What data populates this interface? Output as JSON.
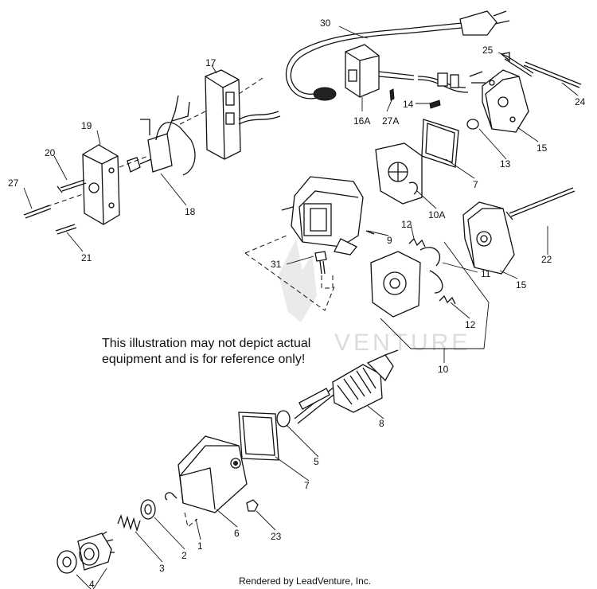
{
  "callouts": [
    "30",
    "17",
    "25",
    "24",
    "19",
    "14",
    "16A",
    "27A",
    "20",
    "13",
    "15",
    "27",
    "7",
    "18",
    "10A",
    "9",
    "22",
    "12",
    "11",
    "31",
    "15",
    "21",
    "12",
    "10",
    "8",
    "5",
    "7",
    "6",
    "1",
    "23",
    "2",
    "3",
    "4"
  ],
  "note": {
    "line1": "This illustration may not depict actual",
    "line2": "equipment and is for reference only!"
  },
  "watermark": "VENTURE",
  "footer": "Rendered by LeadVenture, Inc."
}
